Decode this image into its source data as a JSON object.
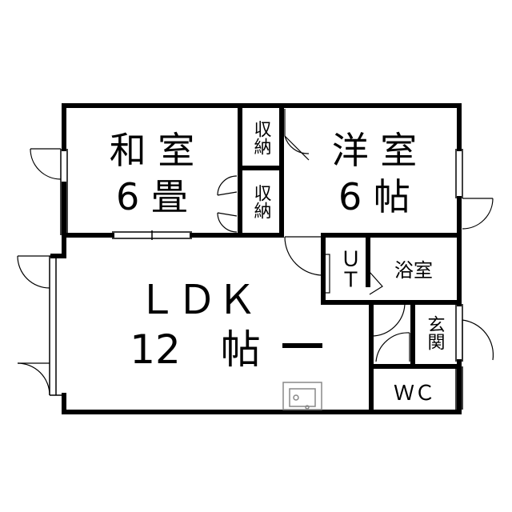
{
  "floor_plan": {
    "rooms": {
      "washitsu": {
        "name": "和 室",
        "size": "6 畳"
      },
      "yoshitsu": {
        "name": "洋 室",
        "size": "6 帖"
      },
      "ldk": {
        "name": "ＬＤＫ",
        "size": "12　帖"
      },
      "storage_upper": {
        "name": "収納"
      },
      "storage_lower": {
        "name": "収納"
      },
      "ut": {
        "name": "ＵＴ"
      },
      "bath": {
        "name": "浴室"
      },
      "entrance": {
        "name": "玄関"
      },
      "wc": {
        "name": "ＷＣ"
      }
    },
    "colors": {
      "wall": "#000000",
      "background": "#ffffff",
      "fixture": "#888888"
    }
  }
}
